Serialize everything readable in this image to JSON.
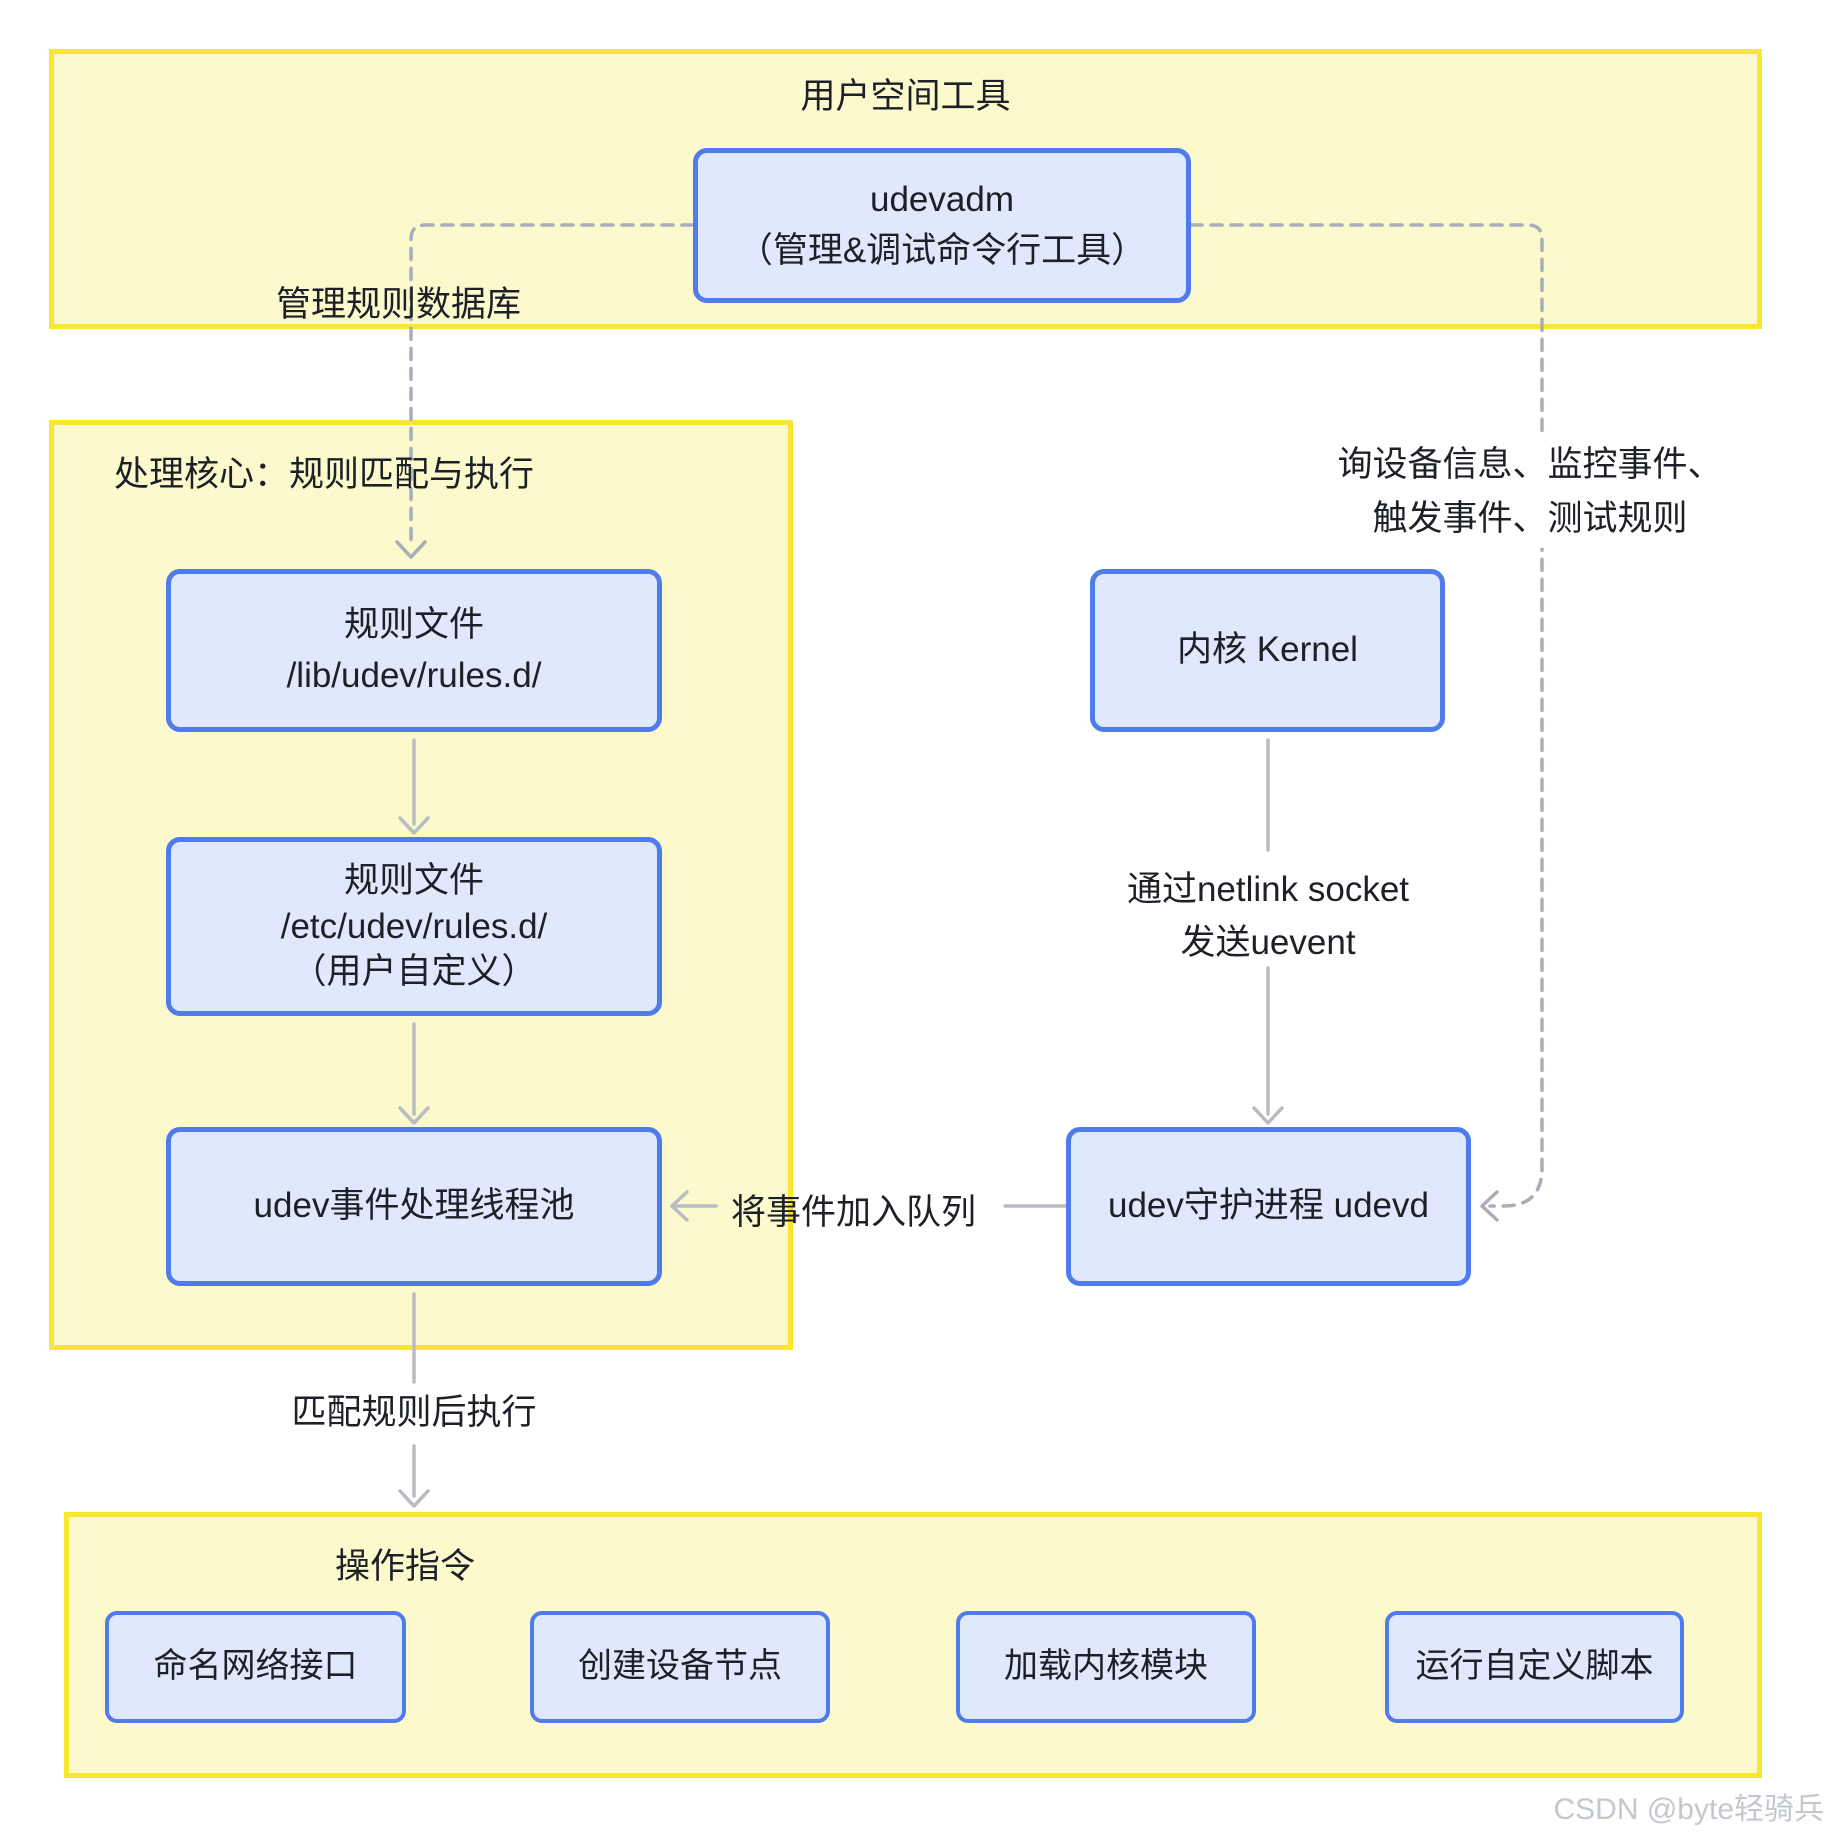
{
  "diagram": {
    "user_space": {
      "title": "用户空间工具"
    },
    "core": {
      "title": "处理核心：规则匹配与执行"
    },
    "ops": {
      "title": "操作指令",
      "items": [
        "命名网络接口",
        "创建设备节点",
        "加载内核模块",
        "运行自定义脚本"
      ]
    },
    "nodes": {
      "udevadm": {
        "line1": "udevadm",
        "line2": "（管理&调试命令行工具）"
      },
      "rules_lib": {
        "line1": "规则文件",
        "line2": "/lib/udev/rules.d/"
      },
      "rules_etc": {
        "line1": "规则文件",
        "line2": "/etc/udev/rules.d/",
        "line3": "（用户自定义）"
      },
      "event_pool": {
        "label": "udev事件处理线程池"
      },
      "kernel": {
        "label": "内核 Kernel"
      },
      "udevd": {
        "label": "udev守护进程 udevd"
      }
    },
    "edge_labels": {
      "manage_rules_db": "管理规则数据库",
      "query_line1": "询设备信息、监控事件、",
      "query_line2": "触发事件、测试规则",
      "netlink_line1": "通过netlink socket",
      "netlink_line2": "发送uevent",
      "enqueue": "将事件加入队列",
      "match_exec": "匹配规则后执行"
    },
    "watermark": "CSDN @byte轻骑兵",
    "colors": {
      "container_fill": "#fcf9cd",
      "container_border": "#f8e72e",
      "node_fill": "#dfe8fc",
      "node_border": "#4f7cea",
      "line_solid": "#b9bcc2",
      "line_dashed": "#a9aeb8",
      "text": "#1d2127",
      "watermark": "#c3c7d0"
    }
  }
}
